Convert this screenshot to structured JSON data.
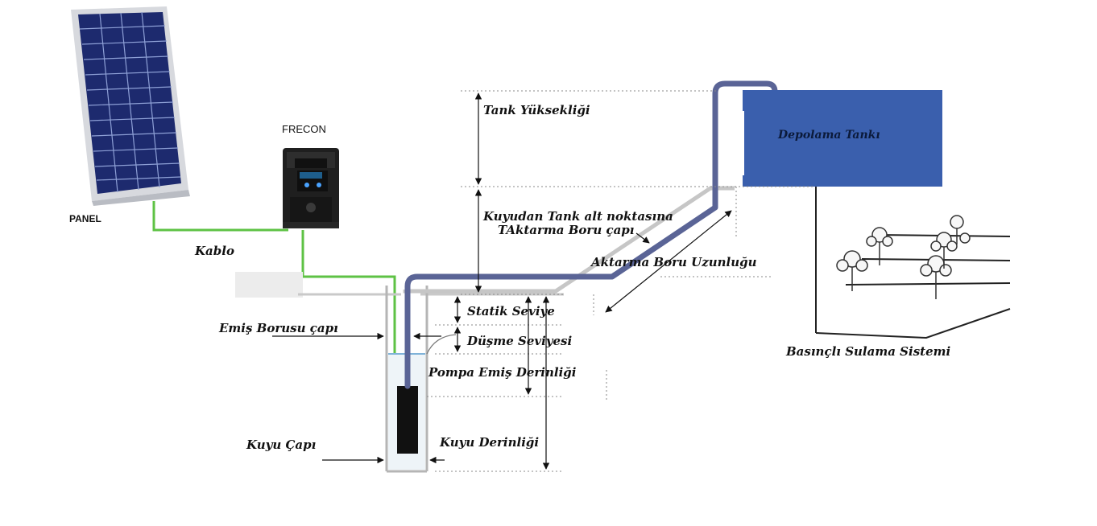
{
  "brand": "FRECON",
  "labels": {
    "panel": "PANEL",
    "cable": "Kablo",
    "tank": "Depolama Tankı",
    "tank_height": "Tank Yüksekliği",
    "well_to_tank_1": "Kuyudan Tank alt noktasına",
    "well_to_tank_2": "TAktarma Boru çapı",
    "transfer_length": "Aktarma Boru Uzunluğu",
    "static_level": "Statik Seviye",
    "drop_level": "Düşme Seviyesi",
    "suction_pipe_dia": "Emiş Borusu çapı",
    "pump_depth": "Pompa Emiş Derinliği",
    "well_diameter": "Kuyu Çapı",
    "well_depth": "Kuyu Derinliği",
    "irrigation": "Basınçlı Sulama Sistemi"
  },
  "colors": {
    "tank": "#3a5fad",
    "pipe": "#5a6496",
    "cable": "#5ec244",
    "panel": "#1d2a6e",
    "ground": "#c9c9c9"
  }
}
